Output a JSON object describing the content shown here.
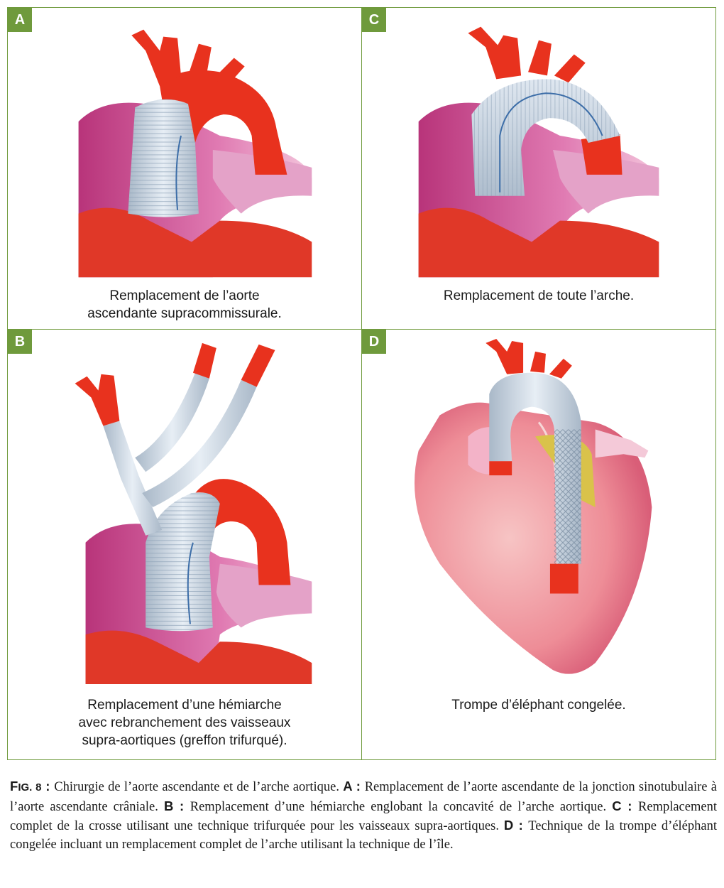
{
  "panels": {
    "A": {
      "letter": "A",
      "caption_line1": "Remplacement de l’aorte",
      "caption_line2": "ascendante supracommissurale."
    },
    "C": {
      "letter": "C",
      "caption_line1": "Remplacement de toute l’arche."
    },
    "B": {
      "letter": "B",
      "caption_line1": "Remplacement d’une hémiarche",
      "caption_line2": "avec rebranchement des vaisseaux",
      "caption_line3": "supra-aortiques (greffon trifurqué)."
    },
    "D": {
      "letter": "D",
      "caption_line1": "Trompe d’éléphant congelée."
    }
  },
  "figure_caption": {
    "label_first": "F",
    "label_rest": "IG. 8",
    "label_colon": " : ",
    "intro": "Chirurgie de l’aorte ascendante et de l’arche aortique. ",
    "a_key": "A : ",
    "a_text": "Remplacement de l’aorte ascendante de la jonction sinotubulaire à l’aorte ascendante crâniale. ",
    "b_key": "B : ",
    "b_text": "Remplacement d’une hémiarche englobant la concavité de l’arche aortique. ",
    "c_key": "C : ",
    "c_text": "Remplacement complet de la crosse utilisant une technique trifurquée pour les vaisseaux supra-aortiques. ",
    "d_key": "D : ",
    "d_text": "Technique de la trompe d’éléphant congelée incluant un remplacement complet de l’arche utilisant la technique de l’île."
  },
  "colors": {
    "frame": "#6f9a3c",
    "aorta": "#e8321e",
    "graft": "#c9d6e4",
    "heart": "#d9548a",
    "heart_d": "#f0a0a8"
  }
}
